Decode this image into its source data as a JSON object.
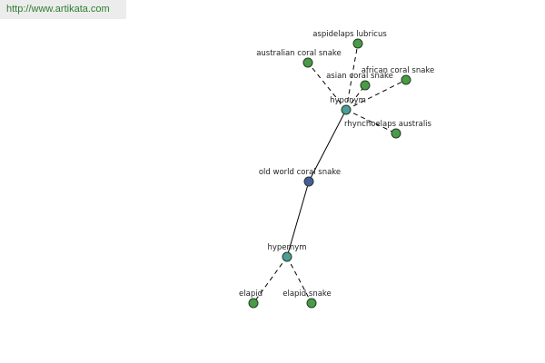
{
  "watermark": "http://www.artikata.com",
  "colors": {
    "center_node": "#4a5aa0",
    "hub_node": "#4f9a9a",
    "leaf_node": "#4a9a4a"
  },
  "nodes": [
    {
      "id": "center",
      "label": "old world coral snake",
      "kind": "center"
    },
    {
      "id": "hyponym",
      "label": "hyponym",
      "kind": "hub"
    },
    {
      "id": "hypernym",
      "label": "hypernym",
      "kind": "hub"
    },
    {
      "id": "aspidelaps",
      "label": "aspidelaps lubricus",
      "kind": "leaf"
    },
    {
      "id": "australian",
      "label": "australian coral snake",
      "kind": "leaf"
    },
    {
      "id": "asian",
      "label": "asian coral snake",
      "kind": "leaf"
    },
    {
      "id": "african",
      "label": "african coral snake",
      "kind": "leaf"
    },
    {
      "id": "rhynchoelaps",
      "label": "rhynchoelaps australis",
      "kind": "leaf"
    },
    {
      "id": "elapid",
      "label": "elapid",
      "kind": "leaf"
    },
    {
      "id": "elapid_snake",
      "label": "elapid snake",
      "kind": "leaf"
    }
  ],
  "edges": [
    {
      "from": "center",
      "to": "hyponym",
      "style": "solid"
    },
    {
      "from": "center",
      "to": "hypernym",
      "style": "solid"
    },
    {
      "from": "hyponym",
      "to": "aspidelaps",
      "style": "dashed"
    },
    {
      "from": "hyponym",
      "to": "australian",
      "style": "dashed"
    },
    {
      "from": "hyponym",
      "to": "asian",
      "style": "dashed"
    },
    {
      "from": "hyponym",
      "to": "african",
      "style": "dashed"
    },
    {
      "from": "hyponym",
      "to": "rhynchoelaps",
      "style": "dashed"
    },
    {
      "from": "hypernym",
      "to": "elapid",
      "style": "dashed"
    },
    {
      "from": "hypernym",
      "to": "elapid_snake",
      "style": "dashed"
    }
  ]
}
